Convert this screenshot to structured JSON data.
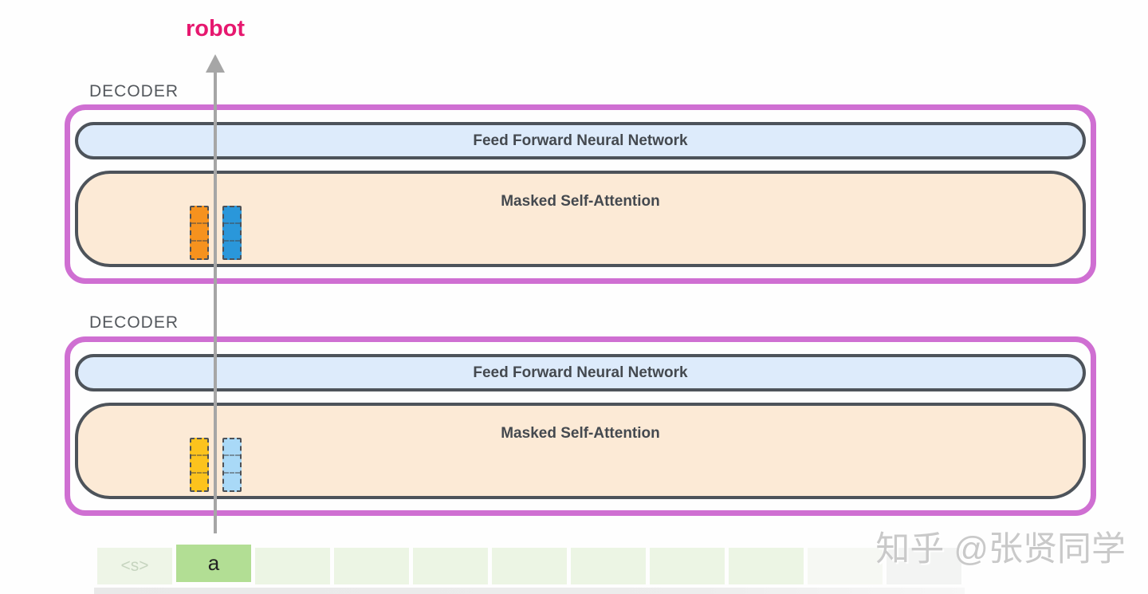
{
  "output": {
    "label": "robot"
  },
  "icons": {
    "arrow": "arrow-up-icon"
  },
  "decoders": [
    {
      "label": "DECODER",
      "layers": [
        {
          "label": "Feed Forward Neural Network"
        },
        {
          "label": "Masked Self-Attention"
        }
      ],
      "vectors": [
        {
          "name": "token-vector-1",
          "color": "#f6921e"
        },
        {
          "name": "token-vector-2",
          "color": "#2a97da"
        }
      ]
    },
    {
      "label": "DECODER",
      "layers": [
        {
          "label": "Feed Forward Neural Network"
        },
        {
          "label": "Masked Self-Attention"
        }
      ],
      "vectors": [
        {
          "name": "token-vector-1",
          "color": "#fcc31d"
        },
        {
          "name": "token-vector-2",
          "color": "#a9d9f7"
        }
      ]
    }
  ],
  "input_row": {
    "cells": [
      {
        "label": "<s>",
        "state": "start"
      },
      {
        "label": "a",
        "state": "selected"
      },
      {
        "label": "",
        "state": "empty"
      },
      {
        "label": "",
        "state": "empty"
      },
      {
        "label": "",
        "state": "empty"
      },
      {
        "label": "",
        "state": "empty"
      },
      {
        "label": "",
        "state": "empty"
      },
      {
        "label": "",
        "state": "empty"
      },
      {
        "label": "",
        "state": "empty"
      },
      {
        "label": "",
        "state": "faded"
      },
      {
        "label": "",
        "state": "gray"
      }
    ]
  },
  "watermark": {
    "text": "知乎 @张贤同学"
  },
  "colors": {
    "robot": "#e6186f",
    "arrow": "#a6a6a6",
    "decoder_border": "#cf6fd2",
    "decoder_label": "#54585d",
    "box_border": "#4d535a",
    "box_label": "#44494f",
    "ffnn_fill": "#ddebfb",
    "msa_fill": "#fcead6",
    "vec1_top": "#f6921e",
    "vec2_top": "#2a97da",
    "vec1_bottom": "#fcc31d",
    "vec2_bottom": "#a9d9f7",
    "cell_selected": "#b2de94",
    "cell_start": "#eef5e7",
    "cell_start_text": "#c6d4bf",
    "cell_empty": "#ecf5e4",
    "cell_faded": "#f6f8f3",
    "cell_gray": "#f3f4f3",
    "watermark": "#c9c9c9"
  }
}
